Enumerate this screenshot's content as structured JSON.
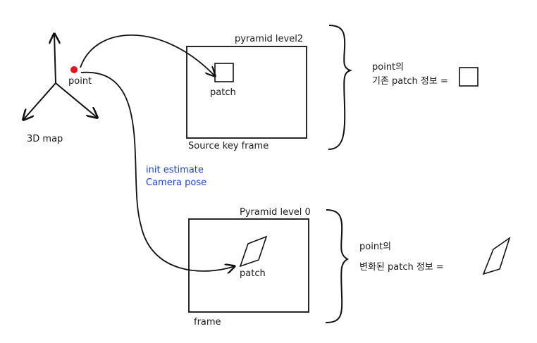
{
  "axes": {
    "label": "3D map"
  },
  "point": {
    "label": "point",
    "color": "#e8141c"
  },
  "arrow_to_frame": {
    "line1": "init estimate",
    "line2": "Camera pose",
    "color": "#1f3fd6"
  },
  "source_frame": {
    "pyramid_label": "pyramid level2",
    "patch_label": "patch",
    "frame_label": "Source key frame"
  },
  "target_frame": {
    "pyramid_label": "Pyramid level 0",
    "patch_label": "patch",
    "frame_label": "frame"
  },
  "note_top": {
    "line1": "point의",
    "line2": "기존 patch 정보 ="
  },
  "note_bottom": {
    "line1": "point의",
    "line2": "변화된 patch 정보 ="
  }
}
